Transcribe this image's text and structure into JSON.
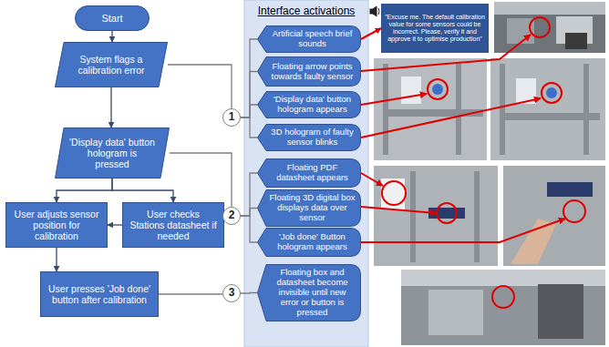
{
  "diagram": {
    "nodes": [
      {
        "text": [
          "Start"
        ]
      },
      {
        "text": [
          "System flags a calibration error"
        ]
      },
      {
        "text": [
          "'Display data' button hologram is pressed"
        ]
      },
      {
        "text": [
          "User adjusts sensor position for calibration"
        ]
      },
      {
        "text": [
          "User checks Stations datasheet if needed"
        ]
      },
      {
        "text": [
          "User presses 'Job done' button after calibration"
        ]
      },
      {
        "text": [
          "1"
        ]
      },
      {
        "text": [
          "2"
        ]
      },
      {
        "text": [
          "3"
        ]
      },
      {
        "text": [
          "Interface activations"
        ]
      },
      {
        "text": [
          "Artificial speech brief sounds"
        ],
        "in": 9
      },
      {
        "text": [
          "Floating arrow points towards faulty sensor"
        ],
        "in": 9
      },
      {
        "text": [
          "'Display data' button hologram appears"
        ],
        "in": 9
      },
      {
        "text": [
          "3D hologram of faulty sensor blinks"
        ],
        "in": 9
      },
      {
        "text": [
          "Floating PDF datasheet appears"
        ],
        "in": 9
      },
      {
        "text": [
          "Floating 3D digital box displays data over sensor"
        ],
        "in": 9
      },
      {
        "text": [
          "'Job done' Button hologram appears"
        ],
        "in": 9
      },
      {
        "text": [
          "Floating box and datasheet become invisible until new error or button is pressed"
        ],
        "in": 9
      },
      {
        "text": [
          "\"Excuse me. The default calibration value for some sensors could be incorrect. Please, verify it and approve it to optimise production\""
        ]
      }
    ],
    "edges": [
      {
        "from": 0,
        "to": 1,
        "arrow": "to"
      },
      {
        "from": 1,
        "to": 2,
        "arrow": "to"
      },
      {
        "from": 2,
        "to": 3,
        "arrow": "to"
      },
      {
        "from": 2,
        "to": 4,
        "arrow": "to"
      },
      {
        "from": 4,
        "to": 3,
        "arrow": "to"
      },
      {
        "from": 3,
        "to": 5,
        "arrow": "to"
      },
      {
        "from": 1,
        "to": 6,
        "arrow": "none"
      },
      {
        "from": 2,
        "to": 7,
        "arrow": "none"
      },
      {
        "from": 5,
        "to": 8,
        "arrow": "none"
      },
      {
        "from": 6,
        "to": 10,
        "arrow": "none"
      },
      {
        "from": 6,
        "to": 11,
        "arrow": "none"
      },
      {
        "from": 6,
        "to": 12,
        "arrow": "none"
      },
      {
        "from": 6,
        "to": 13,
        "arrow": "none"
      },
      {
        "from": 7,
        "to": 14,
        "arrow": "none"
      },
      {
        "from": 7,
        "to": 15,
        "arrow": "none"
      },
      {
        "from": 7,
        "to": 16,
        "arrow": "none"
      },
      {
        "from": 8,
        "to": 17,
        "arrow": "none"
      },
      {
        "from": 10,
        "to": 18,
        "arrow": "to"
      }
    ]
  }
}
